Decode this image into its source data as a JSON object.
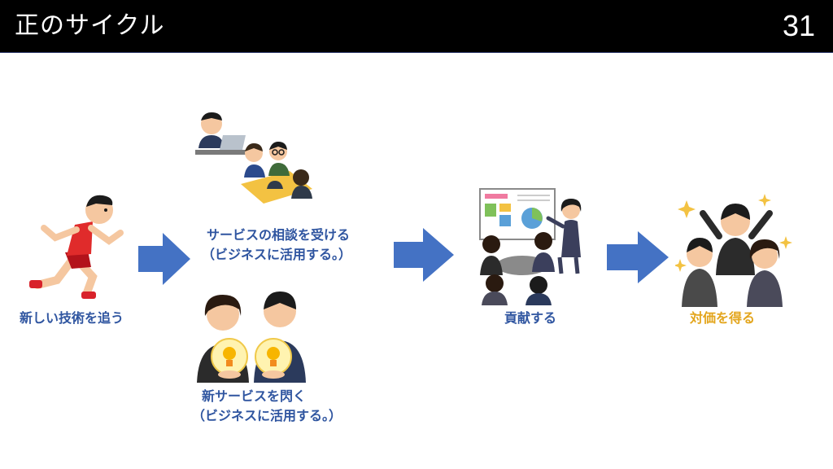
{
  "slide": {
    "title": "正のサイクル",
    "page_number": "31"
  },
  "steps": {
    "chase_tech": "新しい技術を追う",
    "consult_line1": "サービスの相談を受ける",
    "consult_line2": "（ビジネスに活用する。）",
    "idea_line1": "新サービスを閃く",
    "idea_line2": "（ビジネスに活用する。）",
    "contribute": "貢献する",
    "reward": "対価を得る"
  },
  "colors": {
    "header_bg": "#000000",
    "arrow": "#4472c4",
    "label_blue": "#2f55a0",
    "label_gold": "#e3a51c"
  }
}
